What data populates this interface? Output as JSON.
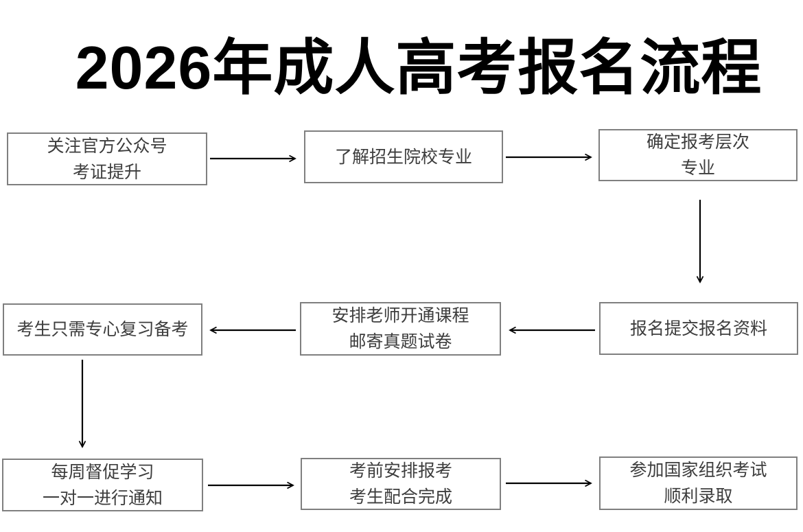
{
  "title": "2026年成人高考报名流程",
  "colors": {
    "background": "#ffffff",
    "box_border": "#7f7f7f",
    "box_text": "#3d3d3d",
    "arrow": "#000000",
    "title_text": "#000000"
  },
  "flow": {
    "type": "flowchart",
    "direction": "serpentine",
    "boxes": [
      {
        "step": 1,
        "lines": [
          "关注官方公众号",
          "考证提升"
        ]
      },
      {
        "step": 2,
        "lines": [
          "了解招生院校专业"
        ]
      },
      {
        "step": 3,
        "lines": [
          "确定报考层次",
          "专业"
        ]
      },
      {
        "step": 4,
        "lines": [
          "报名提交报名资料"
        ]
      },
      {
        "step": 5,
        "lines": [
          "安排老师开通课程",
          "邮寄真题试卷"
        ]
      },
      {
        "step": 6,
        "lines": [
          "考生只需专心复习备考"
        ]
      },
      {
        "step": 7,
        "lines": [
          "每周督促学习",
          "一对一进行通知"
        ]
      },
      {
        "step": 8,
        "lines": [
          "考前安排报考",
          "考生配合完成"
        ]
      },
      {
        "step": 9,
        "lines": [
          "参加国家组织考试",
          "顺利录取"
        ]
      }
    ],
    "connections": [
      "step1->step2",
      "step2->step3",
      "step3->step4",
      "step4->step5",
      "step5->step6",
      "step6->step7",
      "step7->step8",
      "step8->step9"
    ]
  }
}
